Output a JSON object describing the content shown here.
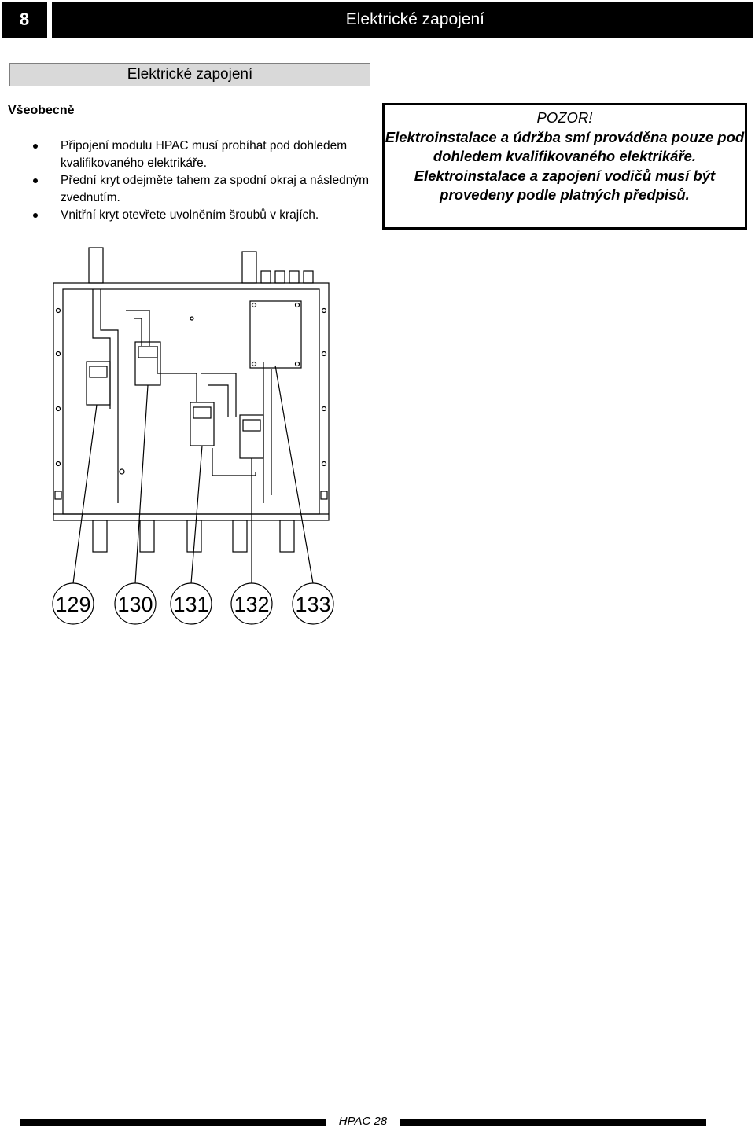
{
  "header": {
    "page_number": "8",
    "title": "Elektrické zapojení"
  },
  "section": {
    "title": "Elektrické zapojení"
  },
  "general": {
    "heading": "Všeobecně",
    "bullets": [
      "Připojení modulu HPAC musí probíhat pod dohledem kvalifikovaného elektrikáře.",
      "Přední kryt odejměte tahem za spodní okraj a následným zvednutím.",
      "Vnitřní kryt otevřete uvolněním šroubů v krajích."
    ]
  },
  "warning": {
    "label": "POZOR!",
    "text": "Elektroinstalace a údržba smí prováděna pouze pod dohledem kvalifikovaného elektrikáře. Elektroinstalace a zapojení vodičů musí být provedeny podle platných předpisů."
  },
  "diagram": {
    "callouts": [
      "129",
      "130",
      "131",
      "132",
      "133"
    ]
  },
  "footer": {
    "text": "HPAC 28"
  }
}
